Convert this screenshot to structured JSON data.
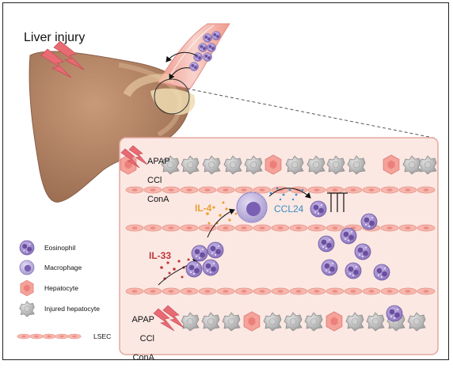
{
  "title": "Liver injury",
  "drugs_top": [
    "APAP",
    "CCl",
    "ConA"
  ],
  "drugs_bottom": [
    "APAP",
    "CCl",
    "ConA"
  ],
  "cytokines": {
    "il4": {
      "label": "IL-4",
      "color": "#e8a033"
    },
    "il33": {
      "label": "IL-33",
      "color": "#c0363c"
    },
    "ccl24": {
      "label": "CCL24",
      "color": "#3a8ac4"
    }
  },
  "legend": [
    {
      "icon": "eosinophil-icon",
      "label": "Eosinophil"
    },
    {
      "icon": "macrophage-icon",
      "label": "Macrophage"
    },
    {
      "icon": "hepatocyte-icon",
      "label": "Hepatocyte"
    },
    {
      "icon": "injured-hepatocyte-icon",
      "label": "Injured hepatocyte"
    },
    {
      "icon": "lsec-icon",
      "label": "LSEC"
    }
  ],
  "colors": {
    "liver": "#b88767",
    "inset_bg": "#fbe8e3",
    "eosinophil": "#9b86c6",
    "hepatocyte": "#f4a29a",
    "injured": "#bdbdbd",
    "lsec": "#f6b8ae",
    "bolt": "#e86a73"
  }
}
